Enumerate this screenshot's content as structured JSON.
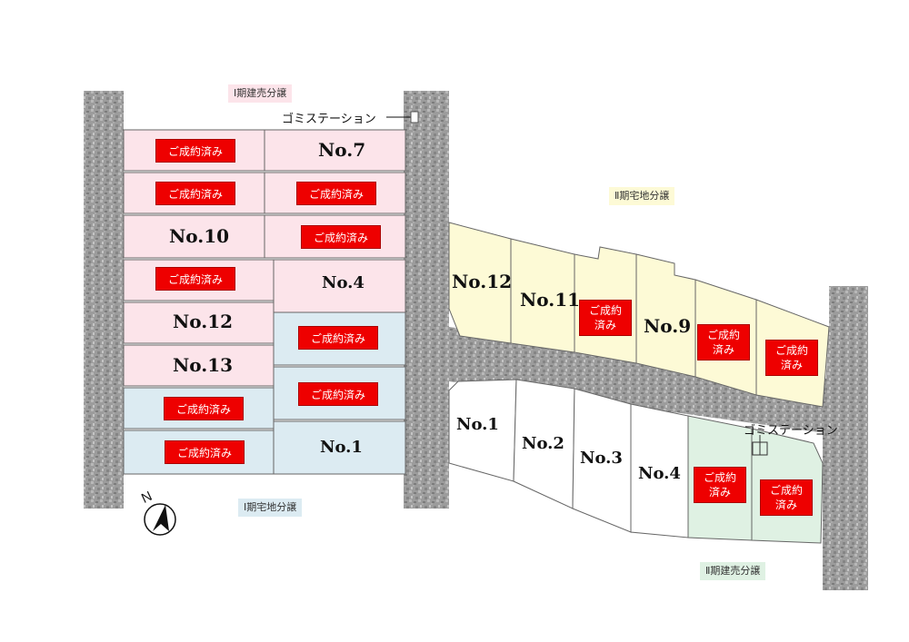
{
  "colors": {
    "road": "#9a9a9a",
    "phase1_house": "#fce4ea",
    "phase1_land": "#dcebf2",
    "phase2_land": "#fdfad6",
    "phase2_house": "#dff1e3",
    "sold_badge": "#ee0000",
    "lot_border": "#666666"
  },
  "phase_labels": {
    "phase1_house": "Ⅰ期建売分譲",
    "phase1_land": "Ⅰ期宅地分譲",
    "phase2_land": "Ⅱ期宅地分譲",
    "phase2_house": "Ⅱ期建売分譲"
  },
  "garbage_station": "ゴミステーション",
  "north_label": "N",
  "sold_label": "ご成約済み",
  "sold_label_line1": "ご成約",
  "sold_label_line2": "済み",
  "lots": {
    "p1_left_r1": "ご成約済み",
    "p1_right_r1": "No.7",
    "p1_left_r2": "ご成約済み",
    "p1_right_r2": "ご成約済み",
    "p1_left_r3": "No.10",
    "p1_right_r3": "ご成約済み",
    "p1_left_r4": "ご成約済み",
    "p1_right_r4": "No.4",
    "p1_left_r5": "No.12",
    "p1_left_r6": "No.13",
    "p1_land_left_r1": "ご成約済み",
    "p1_land_left_r2": "ご成約済み",
    "p1_land_right_r1": "ご成約済み",
    "p1_land_right_r2": "ご成約済み",
    "p1_land_right_r3": "No.1",
    "p2_land_12": "No.12",
    "p2_land_11": "No.11",
    "p2_land_9": "No.9",
    "p2_lower_1": "No.1",
    "p2_lower_2": "No.2",
    "p2_lower_3": "No.3",
    "p2_lower_4": "No.4"
  }
}
